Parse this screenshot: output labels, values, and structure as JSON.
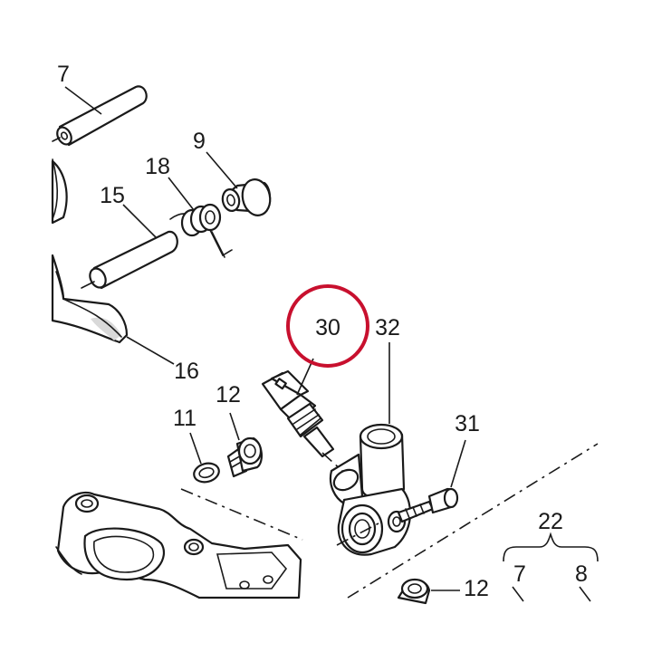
{
  "diagram": {
    "callouts": [
      {
        "id": "7",
        "text": "7"
      },
      {
        "id": "9",
        "text": "9"
      },
      {
        "id": "18",
        "text": "18"
      },
      {
        "id": "15",
        "text": "15"
      },
      {
        "id": "16",
        "text": "16"
      },
      {
        "id": "30",
        "text": "30"
      },
      {
        "id": "32",
        "text": "32"
      },
      {
        "id": "12a",
        "text": "12"
      },
      {
        "id": "11",
        "text": "11"
      },
      {
        "id": "31",
        "text": "31"
      },
      {
        "id": "22",
        "text": "22"
      },
      {
        "id": "7b",
        "text": "7"
      },
      {
        "id": "8",
        "text": "8"
      },
      {
        "id": "12b",
        "text": "12"
      }
    ],
    "highlight": {
      "target": "30",
      "color": "#c8102e"
    },
    "line_color": "#1a1a1a"
  }
}
